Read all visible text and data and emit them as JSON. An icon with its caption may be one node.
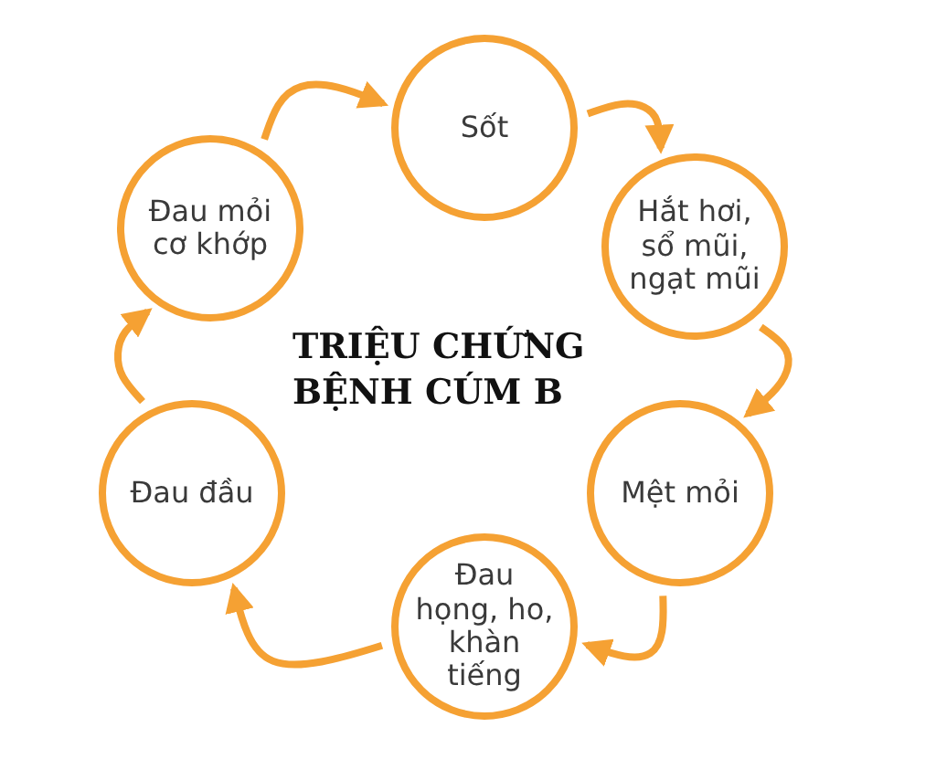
{
  "diagram": {
    "title": "TRIỆU CHỨNG BỆNH CÚM B",
    "nodes": [
      {
        "text": [
          "Sốt"
        ]
      },
      {
        "text": [
          "Hắt hơi, sổ mũi, ngạt mũi"
        ]
      },
      {
        "text": [
          "Mệt mỏi"
        ]
      },
      {
        "text": [
          "Đau họng, ho, khàn tiếng"
        ]
      },
      {
        "text": [
          "Đau đầu"
        ]
      },
      {
        "text": [
          "Đau mỏi cơ khớp"
        ]
      }
    ],
    "edges": [
      {
        "from": 0,
        "to": 1,
        "arrow": "to"
      },
      {
        "from": 1,
        "to": 2,
        "arrow": "to"
      },
      {
        "from": 2,
        "to": 3,
        "arrow": "to"
      },
      {
        "from": 3,
        "to": 4,
        "arrow": "to"
      },
      {
        "from": 4,
        "to": 5,
        "arrow": "to"
      },
      {
        "from": 5,
        "to": 0,
        "arrow": "to"
      }
    ]
  }
}
